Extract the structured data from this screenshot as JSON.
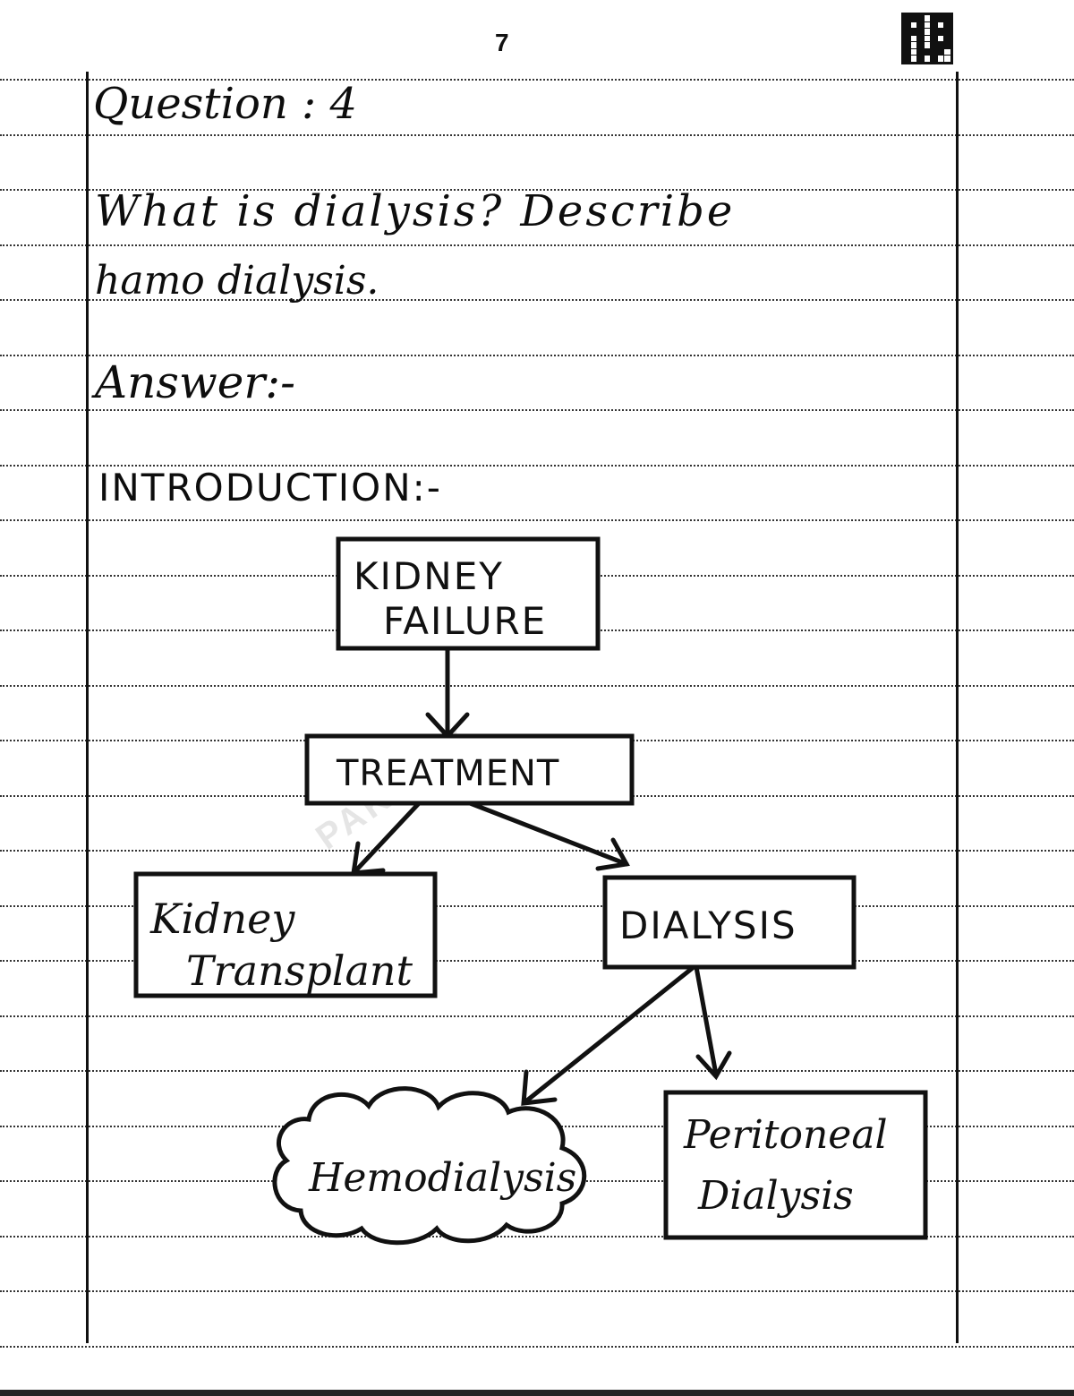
{
  "page_number": "7",
  "question_heading": "Question : 4",
  "question_text_line1": "What is dialysis? Describe",
  "question_text_line2": "hamo dialysis.",
  "answer_label": "Answer:-",
  "introduction_label": "INTRODUCTION:-",
  "flowchart": {
    "kidney_failure": [
      "KIDNEY",
      "FAILURE"
    ],
    "treatment": "TREATMENT",
    "kidney_transplant": [
      "Kidney",
      "Transplant"
    ],
    "dialysis": "DIALYSIS",
    "hemodialysis": "Hemodialysis",
    "peritoneal_dialysis": [
      "Peritoneal",
      "Dialysis"
    ]
  },
  "colors": {
    "ink": "#111111",
    "paper": "#ffffff"
  },
  "icons": [
    "qr-code-icon"
  ]
}
